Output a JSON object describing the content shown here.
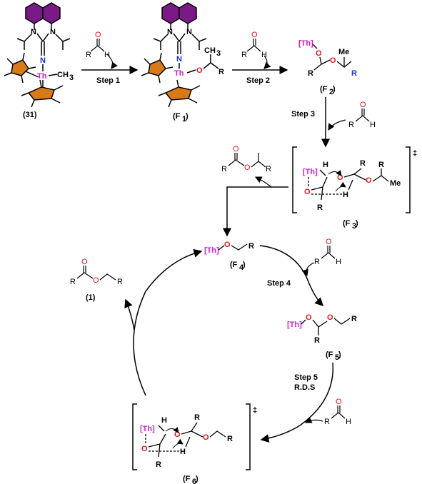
{
  "colors": {
    "thorium": "#d21dd2",
    "oxygen": "#e8141c",
    "nitrogen": "#1c2fd6",
    "naphthalene_ring": "#7a1a86",
    "cp_ring": "#d97a1a"
  },
  "labels": {
    "compound31": "(31)",
    "step1": "Step 1",
    "step2": "Step 2",
    "step3": "Step 3",
    "step4": "Step 4",
    "step5": "Step 5",
    "rds": "R.D.S",
    "F1": "(F",
    "F1_sub": "1",
    "F2": "(F",
    "F2_sub": "2",
    "F3": "(F",
    "F3_sub": "3",
    "F4": "(F",
    "F4_sub": "4",
    "F5": "(F",
    "F5_sub": "5",
    "F6": "(F",
    "F6_sub": "6",
    "paren_close": ")",
    "product1": "(1)",
    "ts_mark": "‡"
  },
  "atoms": {
    "Th": "Th",
    "Th_bracket": "[Th]",
    "O": "O",
    "H": "H",
    "R": "R",
    "N": "N",
    "CH3": "CH",
    "CH3_sub": "3",
    "Me": "Me"
  }
}
